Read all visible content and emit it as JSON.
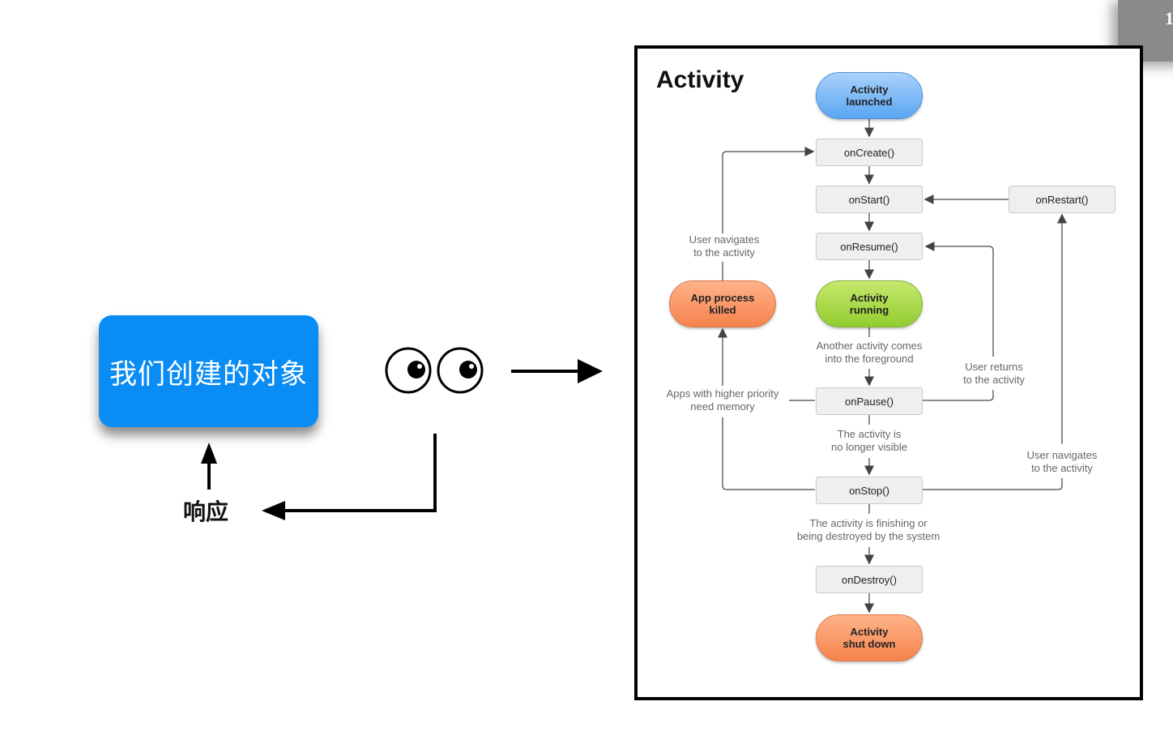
{
  "slide": {
    "page_number_partial": "1",
    "object_box_label": "我们创建的对象",
    "respond_label": "响应",
    "eyes_icon": "eyes-icon"
  },
  "diagram": {
    "title": "Activity",
    "nodes": {
      "launched": "Activity\nlaunched",
      "on_create": "onCreate()",
      "on_start": "onStart()",
      "on_restart": "onRestart()",
      "on_resume": "onResume()",
      "running": "Activity\nrunning",
      "process_killed": "App process\nkilled",
      "on_pause": "onPause()",
      "on_stop": "onStop()",
      "on_destroy": "onDestroy()",
      "shut_down": "Activity\nshut down"
    },
    "notes": {
      "user_navigates_left": "User navigates\nto the activity",
      "another_activity": "Another activity comes\ninto the foreground",
      "higher_priority": "Apps with higher priority\nneed memory",
      "user_returns": "User returns\nto the activity",
      "no_longer_visible": "The activity is\nno longer visible",
      "user_navigates_right": "User navigates\nto the activity",
      "finishing": "The activity is finishing or\nbeing destroyed by the system"
    },
    "colors": {
      "launched": "#5aa6f3",
      "running": "#92cc2e",
      "terminal": "#f6824c",
      "object_box": "#0a8cf5"
    }
  }
}
